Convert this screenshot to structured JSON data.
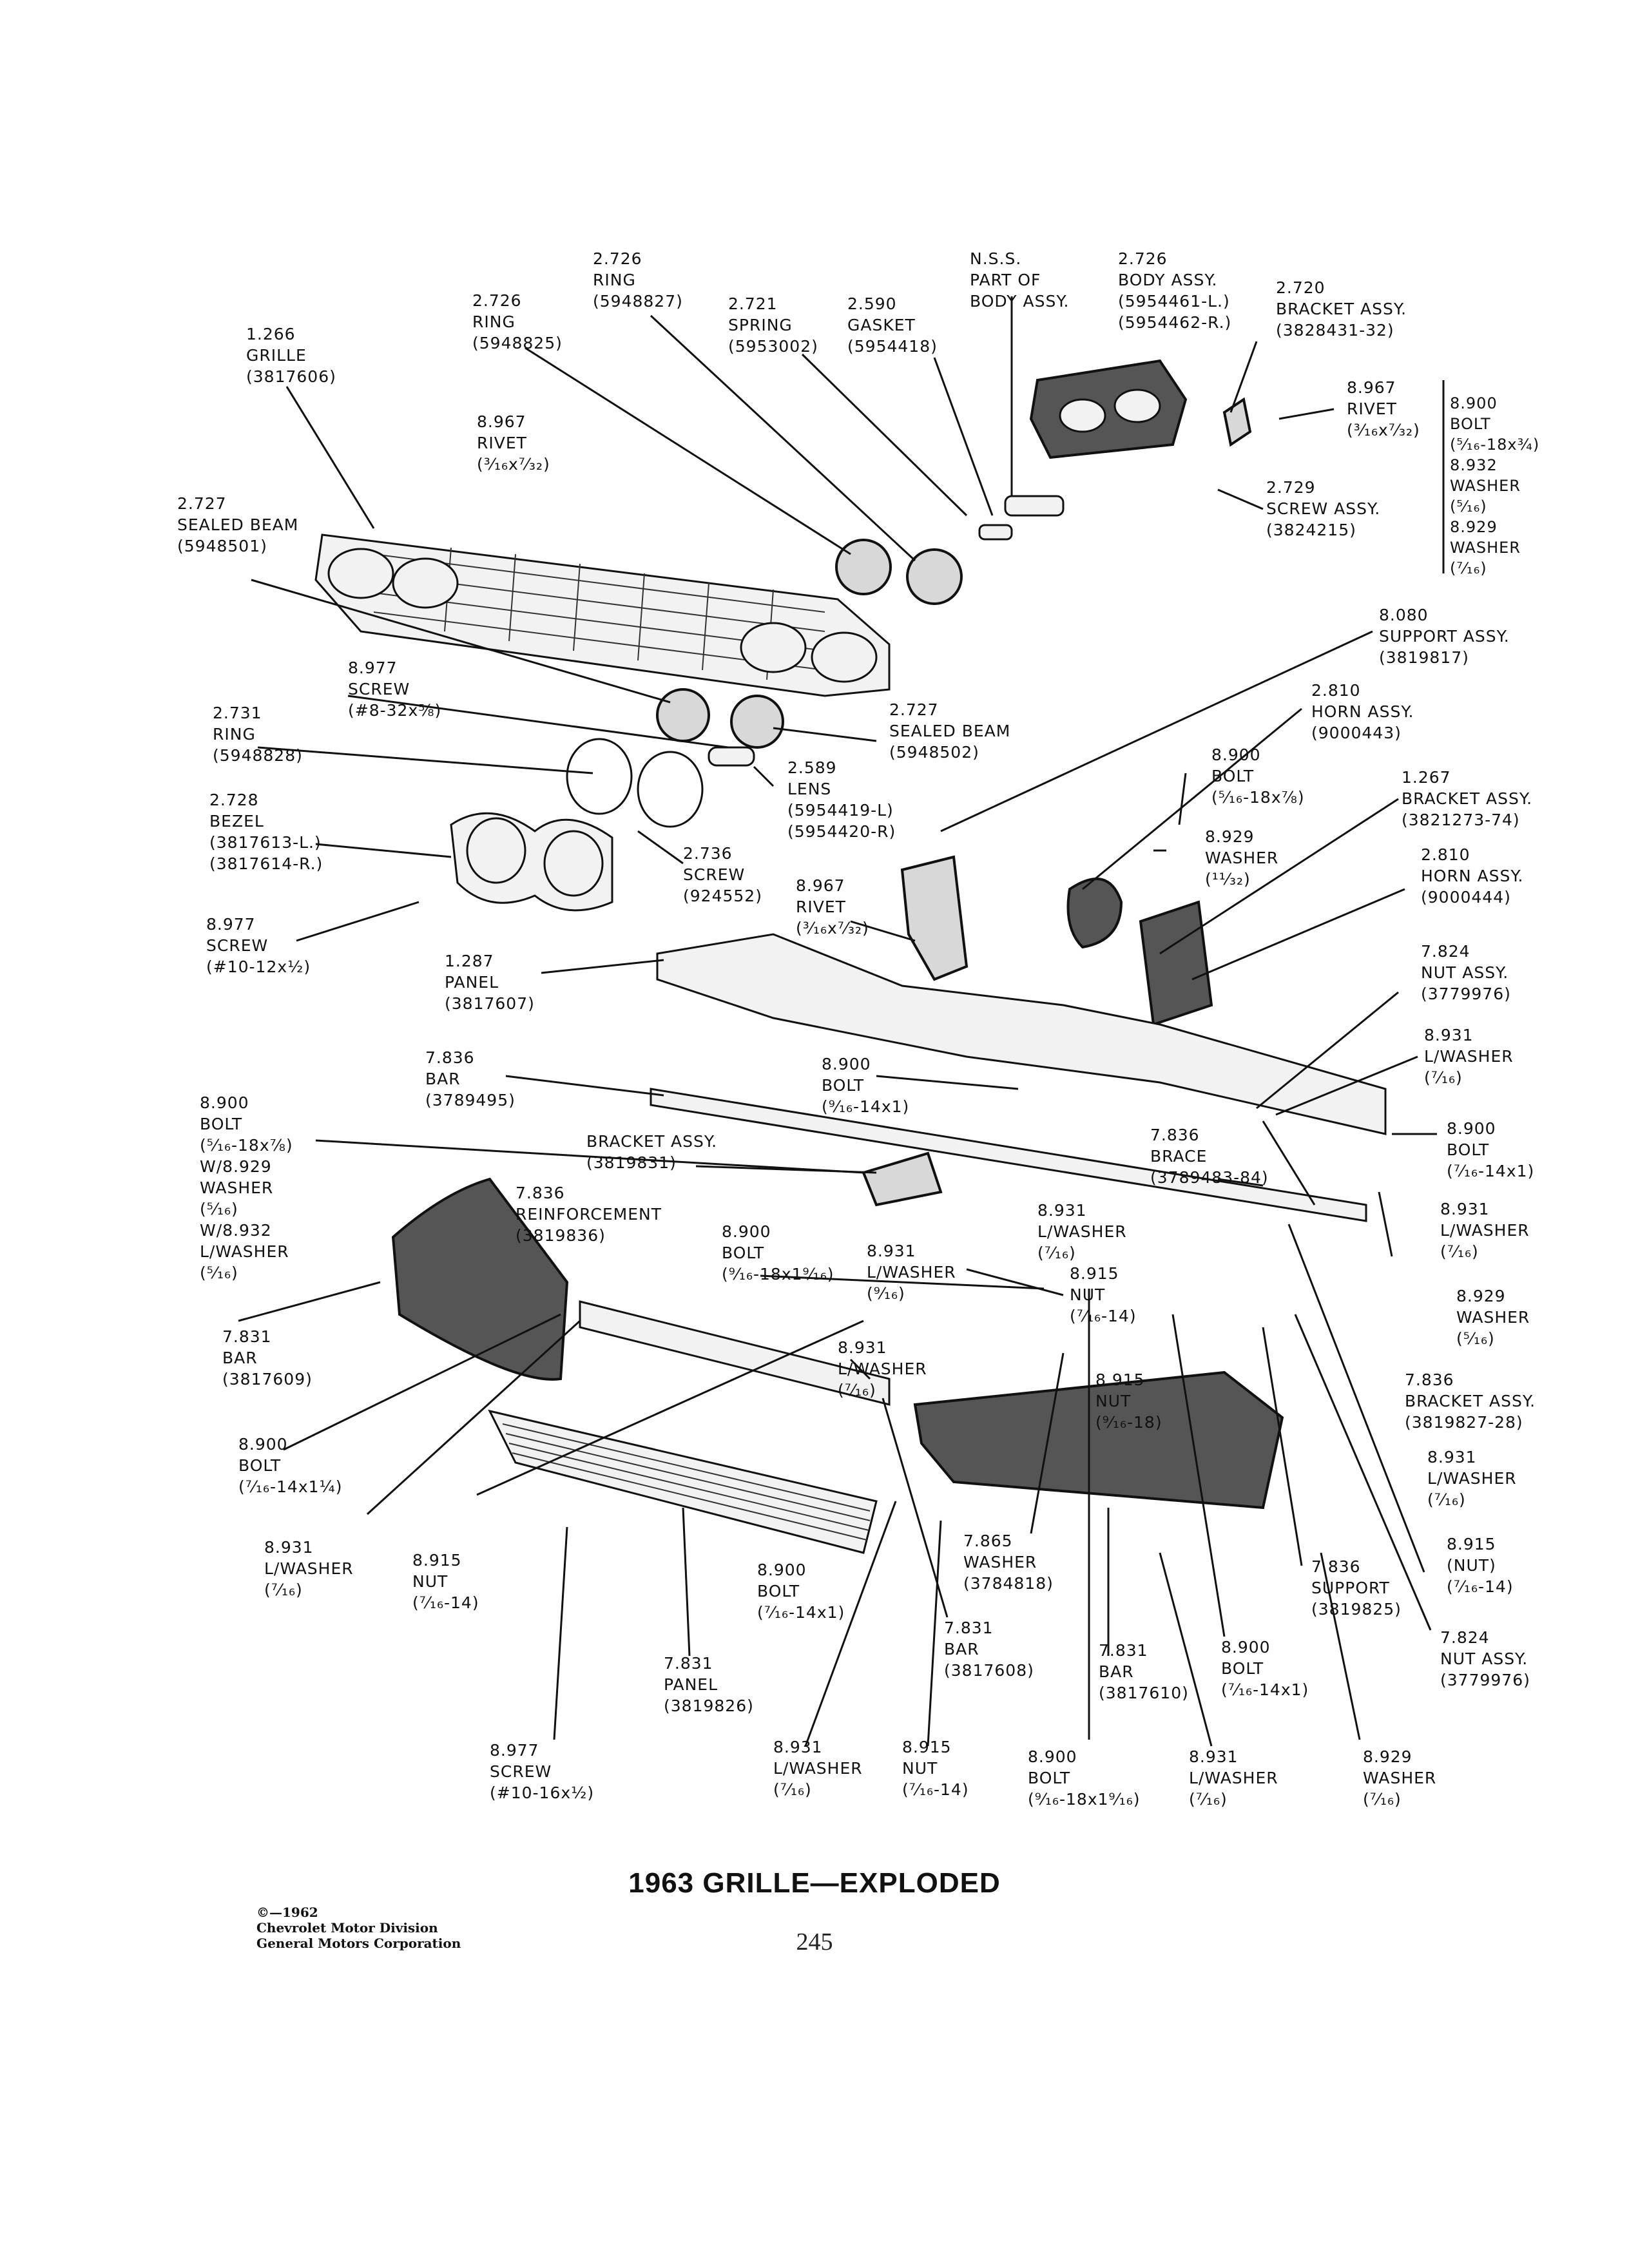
{
  "title": "1963 GRILLE—EXPLODED",
  "page_number": "245",
  "copyright": "©—1962\nChevrolet Motor Division\nGeneral Motors Corporation",
  "callouts": [
    {
      "id": "grille",
      "text": "1.266\nGRILLE\n(3817606)"
    },
    {
      "id": "ring-5948825",
      "text": "2.726\nRING\n(5948825)"
    },
    {
      "id": "ring-5948827",
      "text": "2.726\nRING\n(5948827)"
    },
    {
      "id": "spring",
      "text": "2.721\nSPRING\n(5953002)"
    },
    {
      "id": "gasket",
      "text": "2.590\nGASKET\n(5954418)"
    },
    {
      "id": "nss",
      "text": "N.S.S.\nPART OF\nBODY ASSY."
    },
    {
      "id": "body-assy",
      "text": "2.726\nBODY ASSY.\n(5954461-L.)\n(5954462-R.)"
    },
    {
      "id": "bracket-3828431",
      "text": "2.720\nBRACKET ASSY.\n(3828431-32)"
    },
    {
      "id": "rivet-top",
      "text": "8.967\nRIVET\n(³⁄₁₆x⁷⁄₃₂)"
    },
    {
      "id": "rivet-right",
      "text": "8.967\nRIVET\n(³⁄₁₆x⁷⁄₃₂)"
    },
    {
      "id": "bolt-washer-right",
      "text": "8.900\nBOLT\n(⁵⁄₁₆-18x¾)\n8.932\nWASHER\n(⁵⁄₁₆)\n8.929\nWASHER\n(⁷⁄₁₆)"
    },
    {
      "id": "screw-3824215",
      "text": "2.729\nSCREW ASSY.\n(3824215)"
    },
    {
      "id": "sealed-beam-5948501",
      "text": "2.727\nSEALED BEAM\n(5948501)"
    },
    {
      "id": "support-3819817",
      "text": "8.080\nSUPPORT ASSY.\n(3819817)"
    },
    {
      "id": "screw-8-32",
      "text": "8.977\nSCREW\n(#8-32x⅝)"
    },
    {
      "id": "sealed-beam-5948502",
      "text": "2.727\nSEALED BEAM\n(5948502)"
    },
    {
      "id": "horn-9000443",
      "text": "2.810\nHORN ASSY.\n(9000443)"
    },
    {
      "id": "ring-5948828",
      "text": "2.731\nRING\n(5948828)"
    },
    {
      "id": "lens",
      "text": "2.589\nLENS\n(5954419-L)\n(5954420-R)"
    },
    {
      "id": "bolt-5-16-18x7-8",
      "text": "8.900\nBOLT\n(⁵⁄₁₆-18x⅞)"
    },
    {
      "id": "bracket-3821273",
      "text": "1.267\nBRACKET ASSY.\n(3821273-74)"
    },
    {
      "id": "bezel",
      "text": "2.728\nBEZEL\n(3817613-L.)\n(3817614-R.)"
    },
    {
      "id": "washer-11-32",
      "text": "8.929\nWASHER\n(¹¹⁄₃₂)"
    },
    {
      "id": "horn-9000444",
      "text": "2.810\nHORN ASSY.\n(9000444)"
    },
    {
      "id": "screw-924552",
      "text": "2.736\nSCREW\n(924552)"
    },
    {
      "id": "rivet-mid",
      "text": "8.967\nRIVET\n(³⁄₁₆x⁷⁄₃₂)"
    },
    {
      "id": "screw-10-12",
      "text": "8.977\nSCREW\n(#10-12x½)"
    },
    {
      "id": "panel-3817607",
      "text": "1.287\nPANEL\n(3817607)"
    },
    {
      "id": "nut-3779976-top",
      "text": "7.824\nNUT ASSY.\n(3779976)"
    },
    {
      "id": "bar-3789495",
      "text": "7.836\nBAR\n(3789495)"
    },
    {
      "id": "lwasher-7-16-a",
      "text": "8.931\nL/WASHER\n(⁷⁄₁₆)"
    },
    {
      "id": "bolt-9-16-14x1",
      "text": "8.900\nBOLT\n(⁹⁄₁₆-14x1)"
    },
    {
      "id": "bolt-group-left",
      "text": "8.900\nBOLT\n(⁵⁄₁₆-18x⅞)\nW/8.929\nWASHER\n(⁵⁄₁₆)\nW/8.932\nL/WASHER\n(⁵⁄₁₆)"
    },
    {
      "id": "bracket-3819831",
      "text": "BRACKET ASSY.\n(3819831)"
    },
    {
      "id": "brace",
      "text": "7.836\nBRACE\n(3789483-84)"
    },
    {
      "id": "bolt-7-16-14x1-right",
      "text": "8.900\nBOLT\n(⁷⁄₁₆-14x1)"
    },
    {
      "id": "reinforcement",
      "text": "7.836\nREINFORCEMENT\n(3819836)"
    },
    {
      "id": "lwasher-7-16-b",
      "text": "8.931\nL/WASHER\n(⁷⁄₁₆)"
    },
    {
      "id": "lwasher-7-16-c",
      "text": "8.931\nL/WASHER\n(⁷⁄₁₆)"
    },
    {
      "id": "bolt-9-16-18",
      "text": "8.900\nBOLT\n(⁹⁄₁₆-18x1⁹⁄₁₆)"
    },
    {
      "id": "lwasher-9-16",
      "text": "8.931\nL/WASHER\n(⁹⁄₁₆)"
    },
    {
      "id": "nut-7-16-14-a",
      "text": "8.915\nNUT\n(⁷⁄₁₆-14)"
    },
    {
      "id": "washer-5-16",
      "text": "8.929\nWASHER\n(⁵⁄₁₆)"
    },
    {
      "id": "lwasher-7-16-d",
      "text": "8.931\nL/WASHER\n(⁷⁄₁₆)"
    },
    {
      "id": "bar-3817609",
      "text": "7.831\nBAR\n(3817609)"
    },
    {
      "id": "nut-9-16-18",
      "text": "8.915\nNUT\n(⁹⁄₁₆-18)"
    },
    {
      "id": "bracket-3819827",
      "text": "7.836\nBRACKET ASSY.\n(3819827-28)"
    },
    {
      "id": "bolt-7-16-14x1-1-4",
      "text": "8.900\nBOLT\n(⁷⁄₁₆-14x1¼)"
    },
    {
      "id": "lwasher-7-16-e",
      "text": "8.931\nL/WASHER\n(⁷⁄₁₆)"
    },
    {
      "id": "lwasher-7-16-f",
      "text": "8.931\nL/WASHER\n(⁷⁄₁₆)"
    },
    {
      "id": "nut-7-16-14-b",
      "text": "8.915\nNUT\n(⁷⁄₁₆-14)"
    },
    {
      "id": "washer-3784818",
      "text": "7.865\nWASHER\n(3784818)"
    },
    {
      "id": "nut-paren",
      "text": "8.915\n(NUT)\n(⁷⁄₁₆-14)"
    },
    {
      "id": "bolt-7-16-14x1-mid",
      "text": "8.900\nBOLT\n(⁷⁄₁₆-14x1)"
    },
    {
      "id": "support-3819825",
      "text": "7.836\nSUPPORT\n(3819825)"
    },
    {
      "id": "bar-3817608",
      "text": "7.831\nBAR\n(3817608)"
    },
    {
      "id": "bar-3817610",
      "text": "7.831\nBAR\n(3817610)"
    },
    {
      "id": "bolt-7-16-14x1-bot",
      "text": "8.900\nBOLT\n(⁷⁄₁₆-14x1)"
    },
    {
      "id": "nut-3779976-bot",
      "text": "7.824\nNUT ASSY.\n(3779976)"
    },
    {
      "id": "panel-3819826",
      "text": "7.831\nPANEL\n(3819826)"
    },
    {
      "id": "screw-10-16",
      "text": "8.977\nSCREW\n(#10-16x½)"
    },
    {
      "id": "lwasher-7-16-g",
      "text": "8.931\nL/WASHER\n(⁷⁄₁₆)"
    },
    {
      "id": "nut-7-16-14-c",
      "text": "8.915\nNUT\n(⁷⁄₁₆-14)"
    },
    {
      "id": "bolt-9-16-18-bot",
      "text": "8.900\nBOLT\n(⁹⁄₁₆-18x1⁹⁄₁₆)"
    },
    {
      "id": "lwasher-7-16-h",
      "text": "8.931\nL/WASHER\n(⁷⁄₁₆)"
    },
    {
      "id": "washer-7-16",
      "text": "8.929\nWASHER\n(⁷⁄₁₆)"
    }
  ]
}
